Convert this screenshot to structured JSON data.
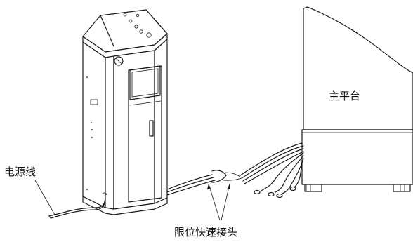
{
  "labels": {
    "main_platform": "主平台",
    "power_cable": "电源线",
    "limit_connector": "限位快速接头"
  }
}
